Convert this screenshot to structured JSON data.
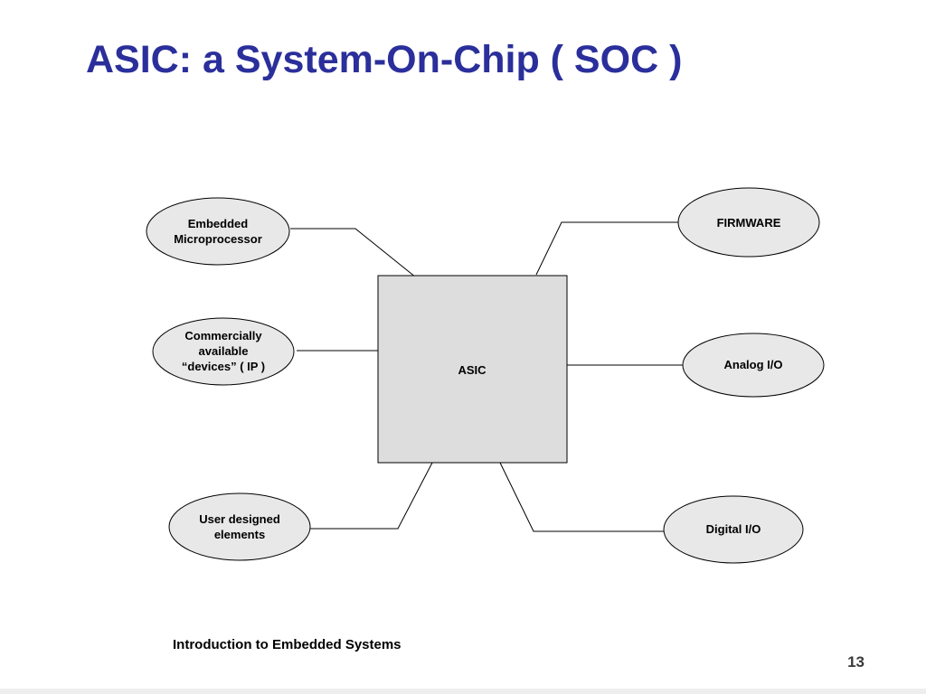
{
  "slide": {
    "title": "ASIC: a System-On-Chip ( SOC )",
    "footer": "Introduction to Embedded Systems",
    "page_number": "13"
  },
  "diagram": {
    "center": {
      "label": "ASIC",
      "fill": "#dddddd"
    },
    "nodes": [
      {
        "id": "embedded-microprocessor",
        "lines": [
          "Embedded",
          "Microprocessor"
        ]
      },
      {
        "id": "firmware",
        "lines": [
          "FIRMWARE"
        ]
      },
      {
        "id": "commercial-ip",
        "lines": [
          "Commercially",
          "available",
          "“devices” ( IP )"
        ]
      },
      {
        "id": "analog-io",
        "lines": [
          "Analog I/O"
        ]
      },
      {
        "id": "user-designed",
        "lines": [
          "User designed",
          "elements"
        ]
      },
      {
        "id": "digital-io",
        "lines": [
          "Digital I/O"
        ]
      }
    ],
    "node_fill": "#e8e8e8"
  },
  "colors": {
    "title": "#2b2f9b",
    "stroke": "#000000"
  }
}
